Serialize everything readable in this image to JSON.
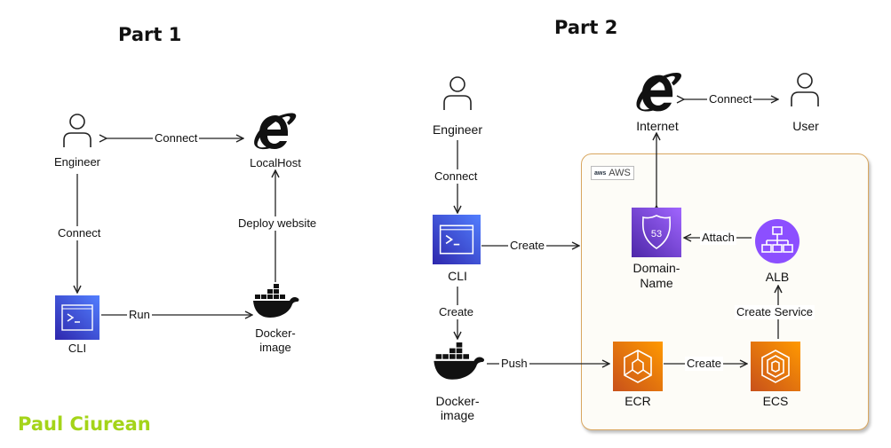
{
  "titles": {
    "part1": "Part 1",
    "part2": "Part 2"
  },
  "author": "Paul Ciurean",
  "part1": {
    "nodes": {
      "engineer": "Engineer",
      "localhost": "LocalHost",
      "cli": "CLI",
      "docker": "Docker-\nimage"
    },
    "edges": {
      "connect_top": "Connect",
      "connect_left": "Connect",
      "run": "Run",
      "deploy": "Deploy website"
    }
  },
  "part2": {
    "nodes": {
      "engineer": "Engineer",
      "internet": "Internet",
      "user": "User",
      "cli": "CLI",
      "docker": "Docker-\nimage",
      "domain": "Domain-\nName",
      "alb": "ALB",
      "ecr": "ECR",
      "ecs": "ECS"
    },
    "aws_tag": "AWS",
    "aws_logo": "aws",
    "edges": {
      "connect_internet_user": "Connect",
      "connect_engineer_cli": "Connect",
      "create_cli_aws": "Create",
      "create_cli_docker": "Create",
      "push": "Push",
      "create_ecr_ecs": "Create",
      "create_service": "Create Service",
      "attach": "Attach"
    }
  },
  "colors": {
    "aws_border": "#d9a760",
    "cli_blue": "#3b48cc",
    "route53_purple": "#8c4fff",
    "ecr_orange": "#ed7100",
    "author_green": "#a4d419"
  },
  "icons": [
    "person-icon",
    "internet-explorer-icon",
    "terminal-icon",
    "docker-whale-icon",
    "route53-icon",
    "load-balancer-icon",
    "ecr-icon",
    "ecs-icon"
  ]
}
